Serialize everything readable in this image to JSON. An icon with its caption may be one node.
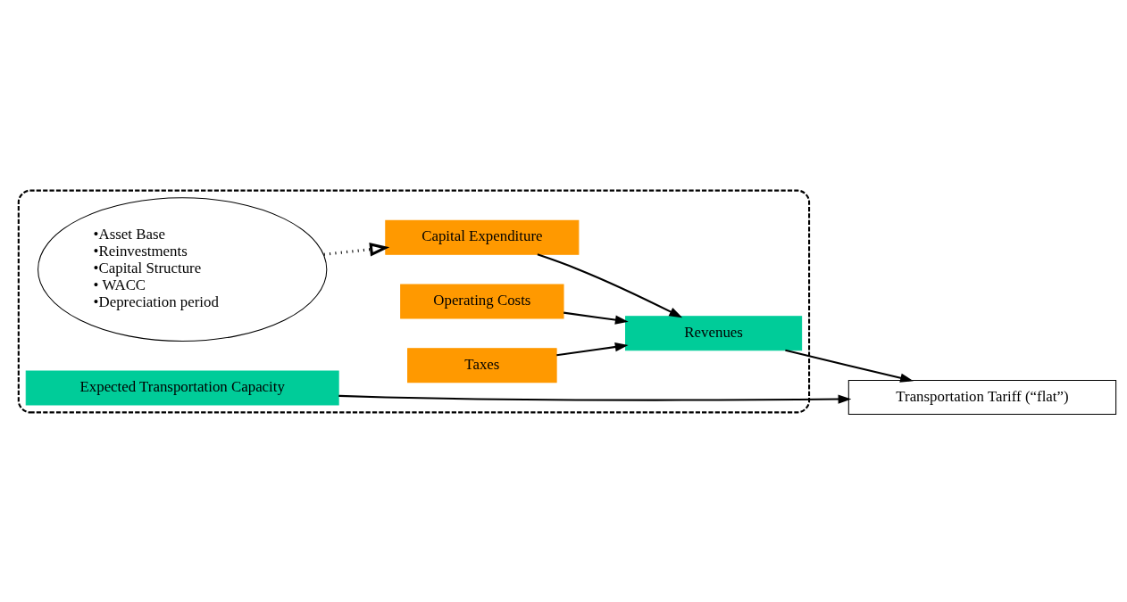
{
  "diagram": {
    "nodes": [
      {
        "text": [],
        "shape": "ellipse"
      },
      {
        "text": [
          "•Asset Base",
          "•Reinvestments",
          "•Capital Structure",
          "• WACC",
          "•Depreciation period"
        ],
        "in": 0
      },
      {
        "text": [
          "Capital Expenditure"
        ],
        "in": 0
      },
      {
        "text": [
          "Operating Costs"
        ],
        "in": 0
      },
      {
        "text": [
          "Taxes"
        ],
        "in": 0
      },
      {
        "text": [
          "Revenues"
        ],
        "in": 0
      },
      {
        "text": [
          "Expected Transportation Capacity"
        ],
        "in": 0
      },
      {
        "text": [
          "Transportation Tariff (“flat”)"
        ]
      }
    ],
    "edges": [
      {
        "from": 1,
        "to": 2,
        "arrow": "to",
        "style": "dashed"
      },
      {
        "from": 2,
        "to": 5,
        "arrow": "to"
      },
      {
        "from": 3,
        "to": 5,
        "arrow": "to"
      },
      {
        "from": 4,
        "to": 5,
        "arrow": "to"
      },
      {
        "from": 5,
        "to": 7,
        "arrow": "to"
      },
      {
        "from": 6,
        "to": 7,
        "arrow": "to"
      }
    ]
  }
}
